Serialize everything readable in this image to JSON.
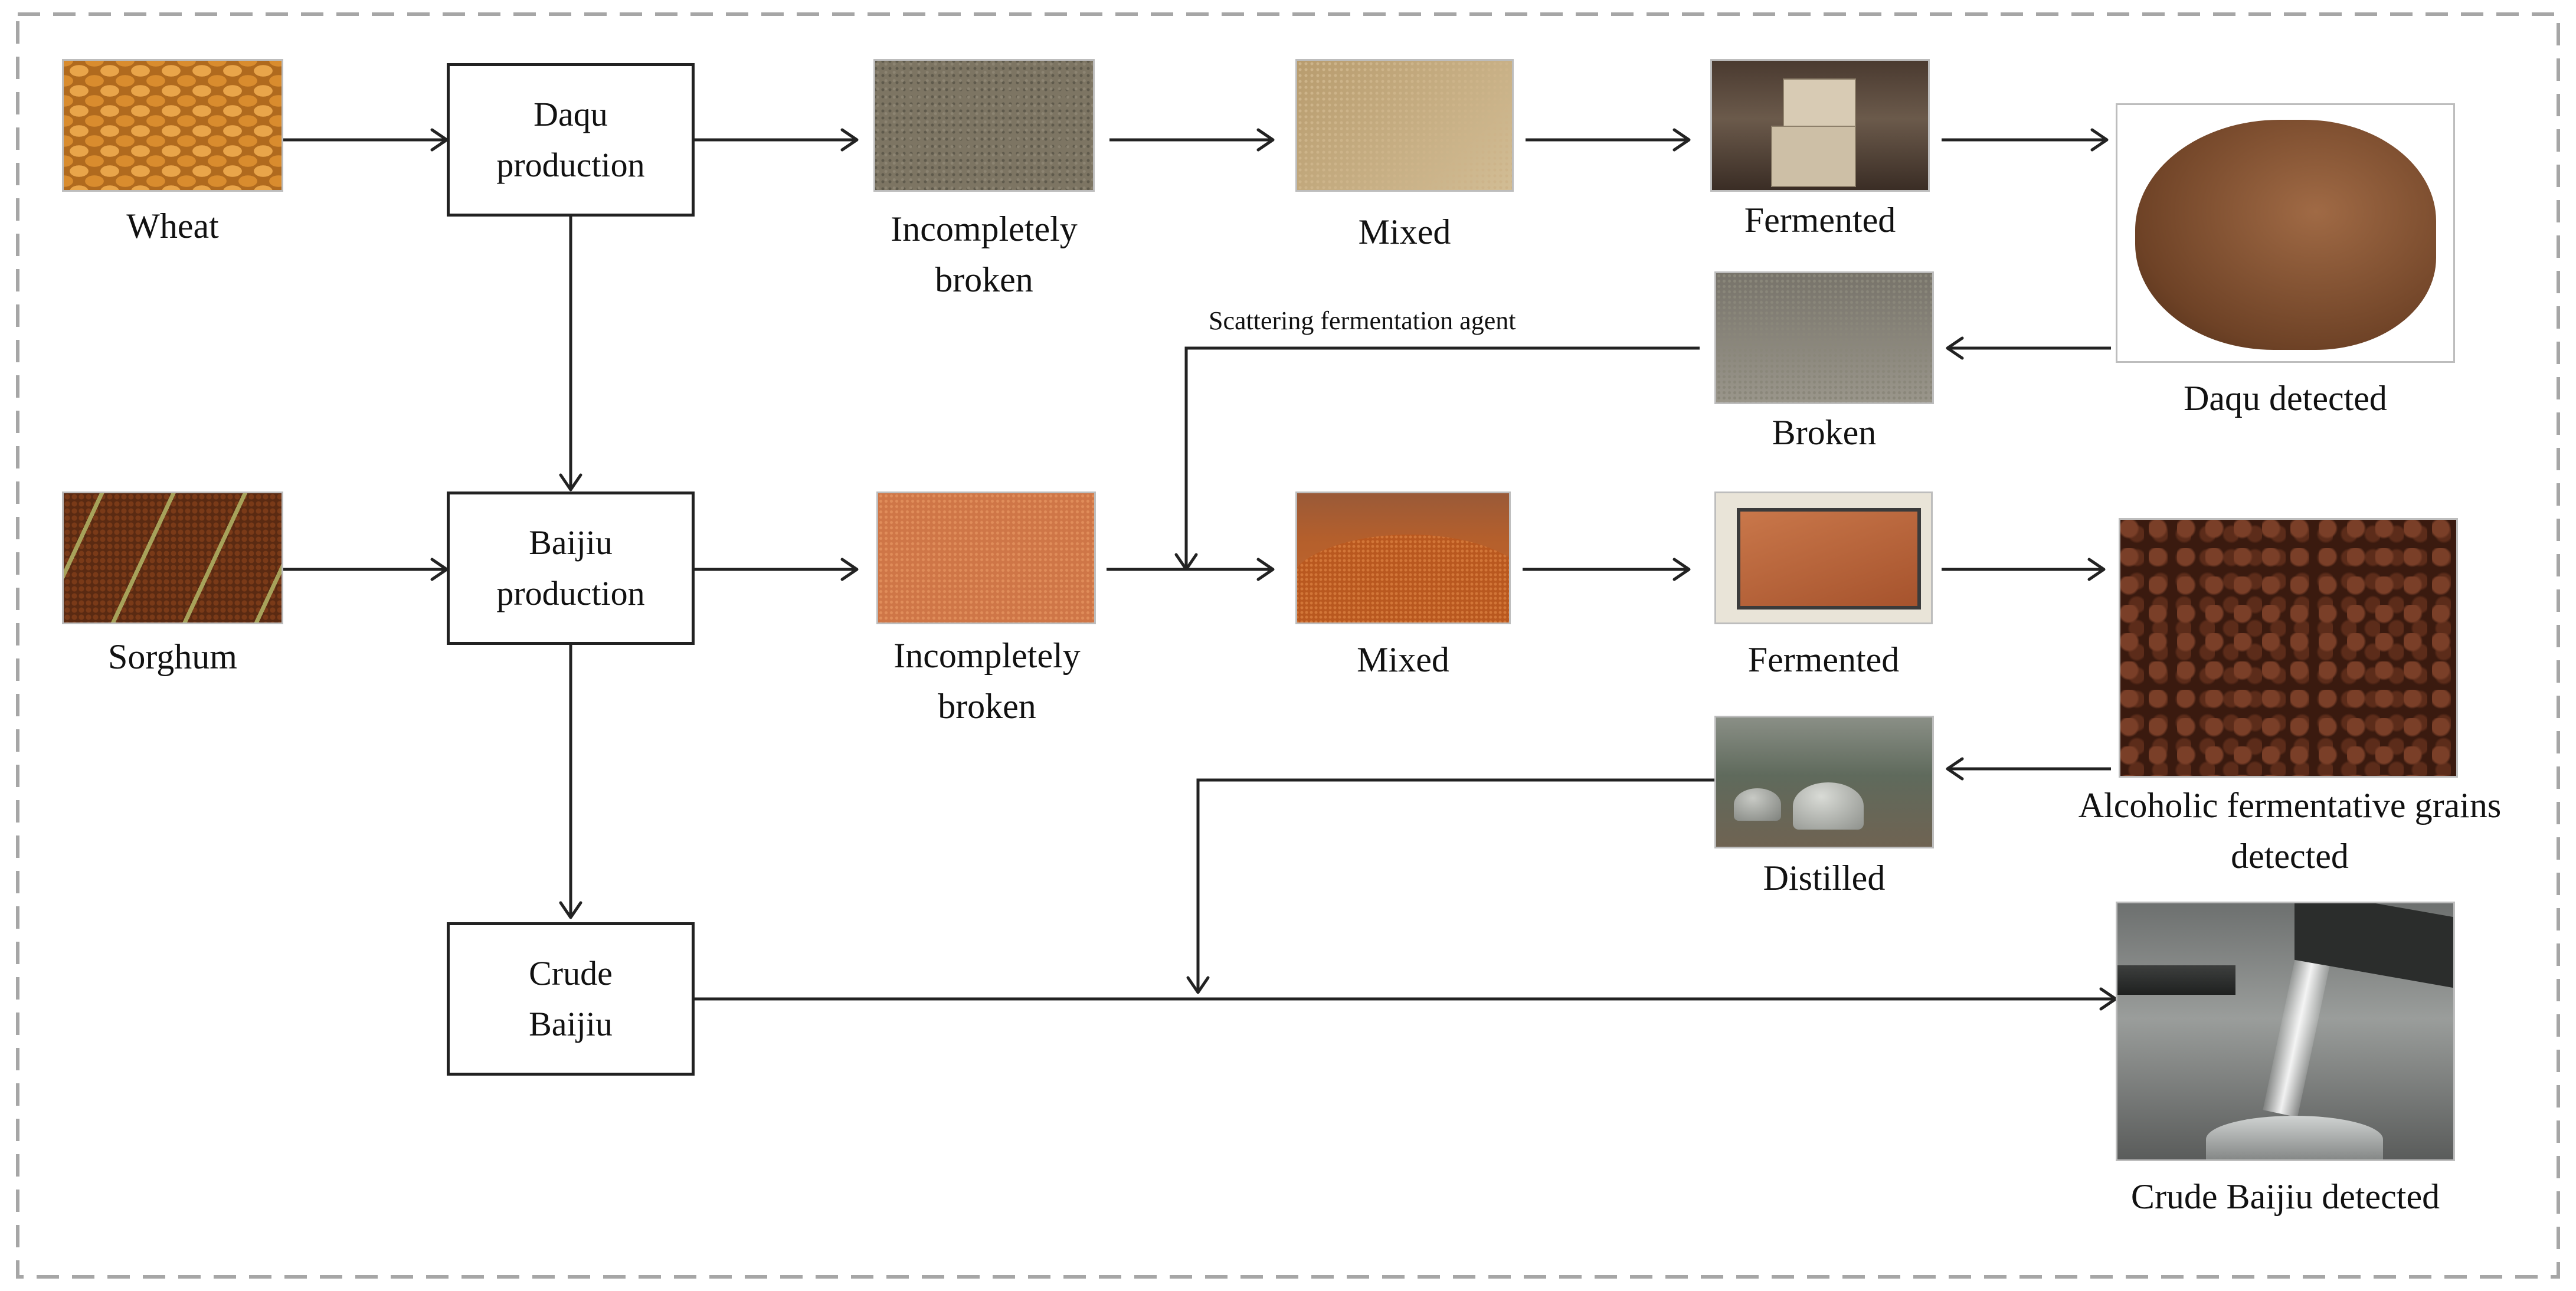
{
  "process_boxes": {
    "daqu_production": "Daqu\nproduction",
    "baijiu_production": "Baijiu\nproduction",
    "crude_baijiu": "Crude\nBaijiu"
  },
  "labels": {
    "wheat": "Wheat",
    "sorghum": "Sorghum",
    "daqu_incompletely_broken": "Incompletely\nbroken",
    "daqu_mixed": "Mixed",
    "daqu_fermented": "Fermented",
    "daqu_detected": "Daqu detected",
    "broken": "Broken",
    "scattering_agent": "Scattering fermentation agent",
    "baijiu_incompletely_broken": "Incompletely\nbroken",
    "baijiu_mixed": "Mixed",
    "baijiu_fermented": "Fermented",
    "grains_detected": "Alcoholic fermentative grains\ndetected",
    "distilled": "Distilled",
    "crude_baijiu_detected": "Crude Baijiu detected"
  },
  "photos": {
    "wheat": "wheat-grains-photo",
    "sorghum": "sorghum-grains-photo",
    "daqu_broken": "broken-wheat-photo",
    "daqu_mixed": "mixed-wheat-photo",
    "daqu_fermented": "fermenting-bricks-photo",
    "daqu": "daqu-brick-photo",
    "broken": "broken-daqu-photo",
    "sorghum_broken": "broken-sorghum-photo",
    "sorghum_mixed": "mixed-sorghum-photo",
    "sorghum_fermented": "fermentation-pit-photo",
    "grains": "fermented-grains-photo",
    "distilled": "distillery-still-photo",
    "crude_baijiu": "pouring-baijiu-photo"
  },
  "colors": {
    "frame_dash": "#a6a6a6",
    "line": "#222222",
    "photo_border": "#bdbdbd"
  }
}
